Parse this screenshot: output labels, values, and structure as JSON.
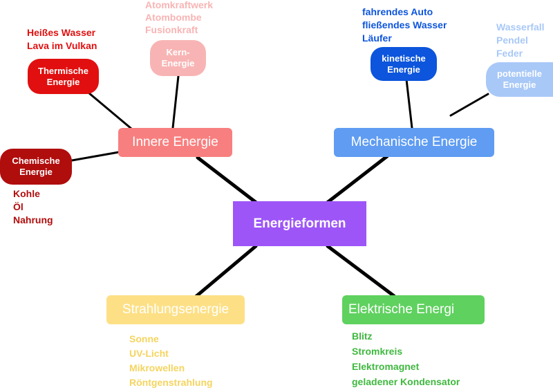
{
  "central": {
    "label": "Energieformen",
    "color": "#9d55f7"
  },
  "branches": {
    "innere": {
      "label": "Innere Energie",
      "color": "#f87f7f",
      "children": {
        "thermisch": {
          "label": "Thermische Energie",
          "color": "#e10f0f",
          "notes": [
            "Heißes Wasser",
            "Lava im Vulkan"
          ]
        },
        "kern": {
          "label": "Kern-Energie",
          "color": "#f8b4b4",
          "notes": [
            "Atomkraftwerk",
            "Atombombe",
            "Fusionkraft"
          ]
        },
        "chemisch": {
          "label": "Chemische Energie",
          "color": "#b00d0d",
          "notes": [
            "Kohle",
            "Öl",
            "Nahrung"
          ]
        }
      }
    },
    "mechanisch": {
      "label": "Mechanische Energie",
      "color": "#5f9cf2",
      "children": {
        "kinetisch": {
          "label": "kinetische Energie",
          "color": "#0c55dc",
          "notes": [
            "fahrendes Auto",
            "fließendes Wasser",
            "Läufer"
          ]
        },
        "potentiell": {
          "label": "potentielle Energie",
          "color": "#a8c8f7",
          "notes": [
            "Wasserfall",
            "Pendel",
            "Feder"
          ]
        }
      }
    },
    "strahlung": {
      "label": "Strahlungsenergie",
      "color": "#fde086",
      "text_color": "#ffffff",
      "notes": [
        "Sonne",
        "UV-Licht",
        "Mikrowellen",
        "Röntgenstrahlung"
      ],
      "notes_color": "#f5d45f"
    },
    "elektrisch": {
      "label": "Elektrische Energi",
      "color": "#5fd15f",
      "notes": [
        "Blitz",
        "Stromkreis",
        "Elektromagnet",
        "geladener Kondensator"
      ],
      "notes_color": "#3fb83f"
    }
  }
}
